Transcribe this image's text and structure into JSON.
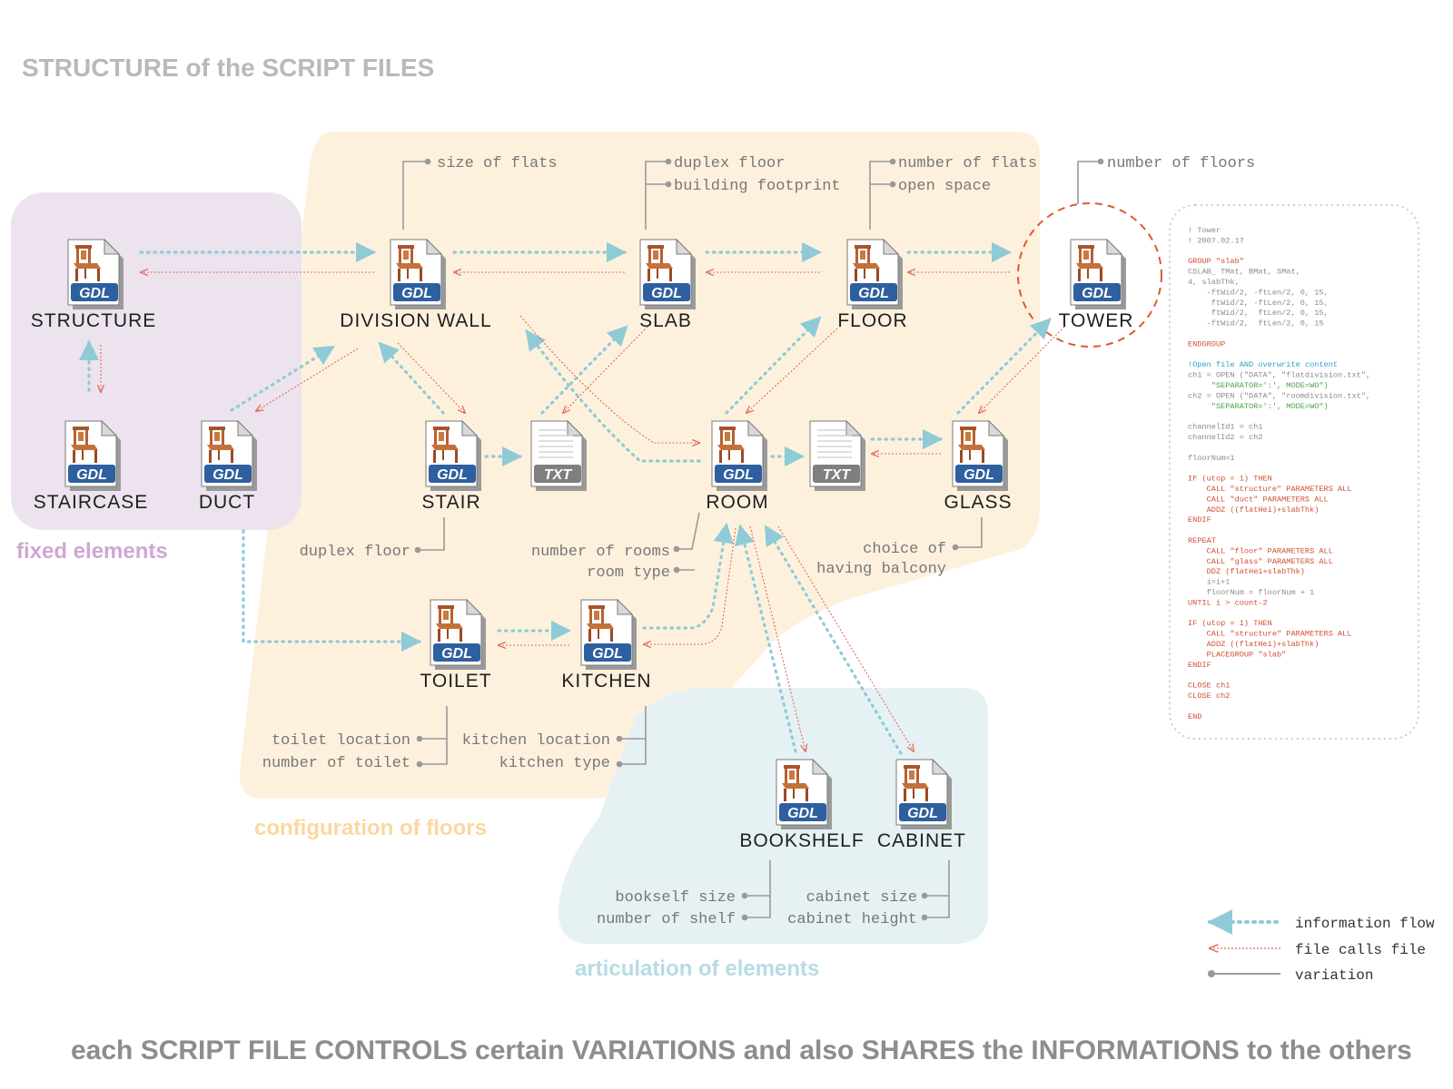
{
  "title": "STRUCTURE of the SCRIPT FILES",
  "footer": "each SCRIPT FILE CONTROLS certain VARIATIONS and also SHARES the INFORMATIONS to the others",
  "colors": {
    "information_flow": "#8fcbd6",
    "file_calls": "#e06a5a",
    "variation": "#999999",
    "fixed_region": "#ece3ee",
    "config_region": "#fdf1de",
    "artic_region": "#e6f1f4",
    "tower_circle": "#dd5a2e"
  },
  "regions": {
    "fixed": "fixed elements",
    "config": "configuration of floors",
    "artic": "articulation of elements"
  },
  "nodes": [
    {
      "id": "structure",
      "label": "STRUCTURE",
      "badge": "GDL",
      "icon": "gdl-chair-icon"
    },
    {
      "id": "division_wall",
      "label": "DIVISION WALL",
      "badge": "GDL",
      "icon": "gdl-chair-icon"
    },
    {
      "id": "slab",
      "label": "SLAB",
      "badge": "GDL",
      "icon": "gdl-chair-icon"
    },
    {
      "id": "floor",
      "label": "FLOOR",
      "badge": "GDL",
      "icon": "gdl-chair-icon"
    },
    {
      "id": "tower",
      "label": "TOWER",
      "badge": "GDL",
      "icon": "gdl-chair-icon"
    },
    {
      "id": "staircase",
      "label": "STAIRCASE",
      "badge": "GDL",
      "icon": "gdl-chair-icon"
    },
    {
      "id": "duct",
      "label": "DUCT",
      "badge": "GDL",
      "icon": "gdl-chair-icon"
    },
    {
      "id": "stair",
      "label": "STAIR",
      "badge": "GDL",
      "icon": "gdl-chair-icon"
    },
    {
      "id": "txt1",
      "label": "",
      "badge": "TXT",
      "icon": "txt-document-icon"
    },
    {
      "id": "room",
      "label": "ROOM",
      "badge": "GDL",
      "icon": "gdl-chair-icon"
    },
    {
      "id": "txt2",
      "label": "",
      "badge": "TXT",
      "icon": "txt-document-icon"
    },
    {
      "id": "glass",
      "label": "GLASS",
      "badge": "GDL",
      "icon": "gdl-chair-icon"
    },
    {
      "id": "toilet",
      "label": "TOILET",
      "badge": "GDL",
      "icon": "gdl-chair-icon"
    },
    {
      "id": "kitchen",
      "label": "KITCHEN",
      "badge": "GDL",
      "icon": "gdl-chair-icon"
    },
    {
      "id": "bookshelf",
      "label": "BOOKSHELF",
      "badge": "GDL",
      "icon": "gdl-chair-icon"
    },
    {
      "id": "cabinet",
      "label": "CABINET",
      "badge": "GDL",
      "icon": "gdl-chair-icon"
    }
  ],
  "variations": {
    "division_wall": [
      "size of flats"
    ],
    "slab": [
      "duplex floor",
      "building footprint"
    ],
    "floor": [
      "number of flats",
      "open space"
    ],
    "tower": [
      "number of floors"
    ],
    "stair": [
      "duplex floor"
    ],
    "room_left": [
      "number of rooms",
      "room type"
    ],
    "glass": [
      "choice of",
      "having balcony"
    ],
    "toilet": [
      "toilet location",
      "number of toilet"
    ],
    "kitchen": [
      "kitchen location",
      "kitchen type"
    ],
    "bookshelf": [
      "bookself size",
      "number of shelf"
    ],
    "cabinet": [
      "cabinet size",
      "cabinet height"
    ]
  },
  "legend": [
    {
      "key": "information_flow",
      "label": "information flow"
    },
    {
      "key": "file_calls",
      "label": "file calls file"
    },
    {
      "key": "variation",
      "label": "variation"
    }
  ],
  "code_lines": [
    {
      "t": "! Tower",
      "c": "gray"
    },
    {
      "t": "! 2007.02.17",
      "c": "gray"
    },
    {
      "t": "",
      "c": "gray"
    },
    {
      "t": "GROUP \"slab\"",
      "c": "red"
    },
    {
      "t": "CSLAB_ TMat, BMat, SMat,",
      "c": "gray"
    },
    {
      "t": "4, slabThk,",
      "c": "gray"
    },
    {
      "t": "    -ftWid/2, -ftLen/2, 0, 15,",
      "c": "gray"
    },
    {
      "t": "     ftWid/2, -ftLen/2, 0, 15,",
      "c": "gray"
    },
    {
      "t": "     ftWid/2,  ftLen/2, 0, 15,",
      "c": "gray"
    },
    {
      "t": "    -ftWid/2,  ftLen/2, 0, 15",
      "c": "gray"
    },
    {
      "t": "",
      "c": "gray"
    },
    {
      "t": "ENDGROUP",
      "c": "red"
    },
    {
      "t": "",
      "c": "gray"
    },
    {
      "t": "!Open file AND overwrite content",
      "c": "blue"
    },
    {
      "t": "ch1 = OPEN (\"DATA\", \"flatdivision.txt\",",
      "c": "gray"
    },
    {
      "t": "     \"SEPARATOR=':', MODE=WO\")",
      "c": "green"
    },
    {
      "t": "ch2 = OPEN (\"DATA\", \"roomdivision.txt\",",
      "c": "gray"
    },
    {
      "t": "     \"SEPARATOR=':', MODE=WO\")",
      "c": "green"
    },
    {
      "t": "",
      "c": "gray"
    },
    {
      "t": "channelId1 = ch1",
      "c": "gray"
    },
    {
      "t": "channelId2 = ch2",
      "c": "gray"
    },
    {
      "t": "",
      "c": "gray"
    },
    {
      "t": "floorNum=1",
      "c": "gray"
    },
    {
      "t": "",
      "c": "gray"
    },
    {
      "t": "IF (utop = 1) THEN",
      "c": "red"
    },
    {
      "t": "    CALL \"structure\" PARAMETERS ALL",
      "c": "red"
    },
    {
      "t": "    CALL \"duct\" PARAMETERS ALL",
      "c": "red"
    },
    {
      "t": "    ADDZ ((flatHei)+slabThk)",
      "c": "red"
    },
    {
      "t": "ENDIF",
      "c": "red"
    },
    {
      "t": "",
      "c": "gray"
    },
    {
      "t": "REPEAT",
      "c": "red"
    },
    {
      "t": "    CALL \"floor\" PARAMETERS ALL",
      "c": "red"
    },
    {
      "t": "    CALL \"glass\" PARAMETERS ALL",
      "c": "red"
    },
    {
      "t": "    DDZ (flatHei+slabThk)",
      "c": "red"
    },
    {
      "t": "    i=i+1",
      "c": "gray"
    },
    {
      "t": "    floorNum = floorNum + 1",
      "c": "gray"
    },
    {
      "t": "UNTIL i > count-2",
      "c": "red"
    },
    {
      "t": "",
      "c": "gray"
    },
    {
      "t": "IF (utop = 1) THEN",
      "c": "red"
    },
    {
      "t": "    CALL \"structure\" PARAMETERS ALL",
      "c": "red"
    },
    {
      "t": "    ADDZ ((flatHei)+slabThk)",
      "c": "red"
    },
    {
      "t": "    PLACEGROUP \"slab\"",
      "c": "red"
    },
    {
      "t": "ENDIF",
      "c": "red"
    },
    {
      "t": "",
      "c": "gray"
    },
    {
      "t": "CLOSE ch1",
      "c": "red"
    },
    {
      "t": "CLOSE ch2",
      "c": "red"
    },
    {
      "t": "",
      "c": "gray"
    },
    {
      "t": "END",
      "c": "red"
    }
  ]
}
